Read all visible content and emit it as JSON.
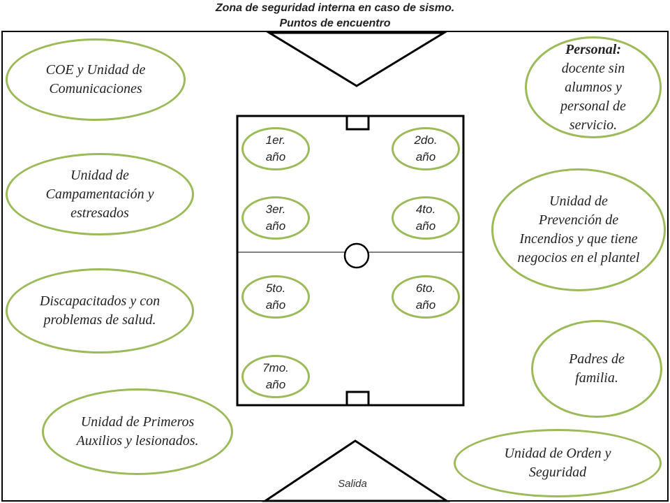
{
  "title": {
    "line1": "Zona de seguridad interna en caso de sismo.",
    "line2": "Puntos de encuentro"
  },
  "exit_label": "Salida",
  "accent_color": "#9bbb59",
  "grades": [
    {
      "text": "1er. año"
    },
    {
      "text": "2do. año"
    },
    {
      "text": "3er. año"
    },
    {
      "text": "4to. año"
    },
    {
      "text": "5to. año"
    },
    {
      "text": "6to. año"
    },
    {
      "text": "7mo. año"
    }
  ],
  "units": {
    "coe": "COE y Unidad de Comunicaciones",
    "campamentacion": "Unidad de Campamentación y estresados",
    "discapacitados": "Discapacitados y con problemas de salud.",
    "primeros_auxilios": "Unidad de Primeros Auxilios y lesionados.",
    "personal_label": "Personal:",
    "personal_text": "docente sin alumnos y personal de servicio.",
    "incendios": "Unidad de Prevención de Incendios y que tiene negocios en el plantel",
    "padres": "Padres de familia.",
    "orden": "Unidad de Orden y Seguridad"
  }
}
